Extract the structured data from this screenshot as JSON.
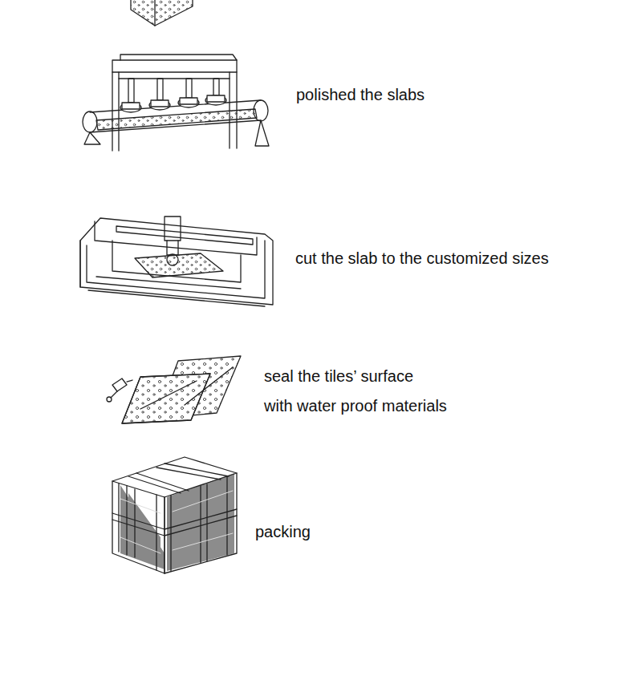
{
  "diagram": {
    "labels": [
      "polished the slabs",
      "cut the slab to the customized sizes",
      "seal the tiles’ surface",
      "with water proof materials",
      "packing"
    ]
  }
}
